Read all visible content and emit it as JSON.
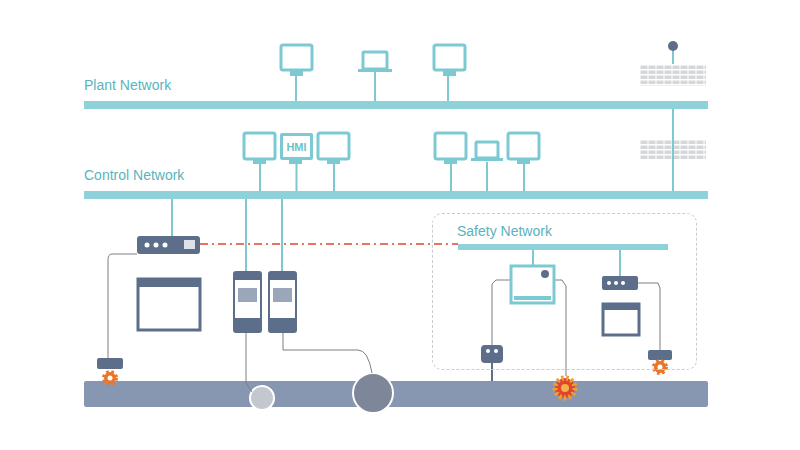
{
  "diagram": {
    "nodes": [
      {
        "text": [
          "Plant Network"
        ]
      },
      {
        "text": [
          "Control Network"
        ]
      },
      {
        "text": [
          "HMI"
        ]
      },
      {
        "text": [
          "Safety Network"
        ]
      }
    ],
    "edges": [
      {
        "from": 0,
        "to": 1,
        "arrow": "none"
      },
      {
        "from": 2,
        "to": 1,
        "arrow": "none"
      }
    ]
  }
}
